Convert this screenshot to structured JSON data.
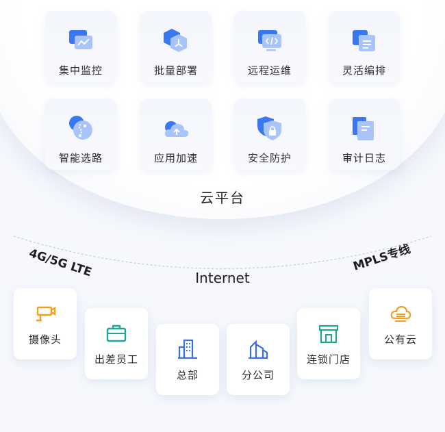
{
  "features": [
    {
      "label": "集中监控",
      "icon": "monitor-chart-icon"
    },
    {
      "label": "批量部署",
      "icon": "hexagon-deploy-icon"
    },
    {
      "label": "远程运维",
      "icon": "remote-code-icon"
    },
    {
      "label": "灵活编排",
      "icon": "layers-icon"
    },
    {
      "label": "智能选路",
      "icon": "route-icon"
    },
    {
      "label": "应用加速",
      "icon": "cloud-upload-icon"
    },
    {
      "label": "安全防护",
      "icon": "shield-lock-icon"
    },
    {
      "label": "审计日志",
      "icon": "document-log-icon"
    }
  ],
  "platform": {
    "label": "云平台"
  },
  "connections": {
    "left": "4G/5G LTE",
    "center": "Internet",
    "right": "MPLS专线"
  },
  "sites": [
    {
      "label": "摄像头",
      "icon": "camera-icon"
    },
    {
      "label": "出差员工",
      "icon": "briefcase-icon"
    },
    {
      "label": "总部",
      "icon": "building-icon"
    },
    {
      "label": "分公司",
      "icon": "branch-building-icon"
    },
    {
      "label": "连锁门店",
      "icon": "store-icon"
    },
    {
      "label": "公有云",
      "icon": "public-cloud-icon"
    }
  ],
  "colors": {
    "primary_blue": "#3a78f2",
    "light_blue": "#a9c4fa",
    "site_teal": "#1fa39a",
    "site_orange": "#f0a020",
    "site_blue": "#3a6fe0"
  }
}
